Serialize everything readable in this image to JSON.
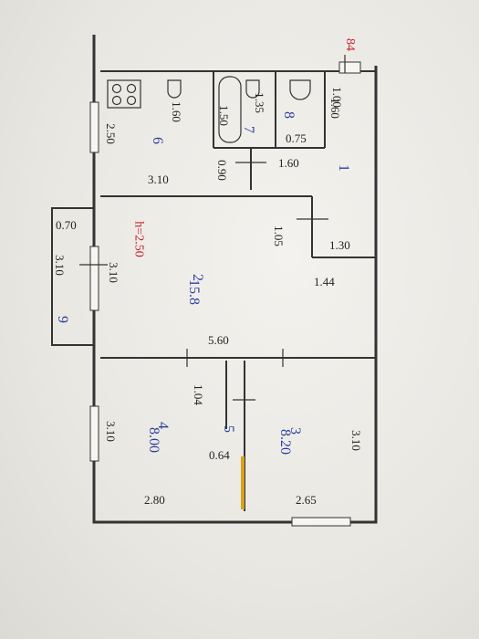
{
  "plan": {
    "series_number": "84",
    "ceiling_height": "h=2.50",
    "rooms": [
      {
        "number": "1",
        "label": "1"
      },
      {
        "number": "2",
        "label": "2",
        "area": "15.8"
      },
      {
        "number": "3",
        "label": "3",
        "area": "8.20"
      },
      {
        "number": "4",
        "label": "4",
        "area": "8.00"
      },
      {
        "number": "5",
        "label": "5"
      },
      {
        "number": "6",
        "label": "6"
      },
      {
        "number": "7",
        "label": "7"
      },
      {
        "number": "8",
        "label": "8"
      },
      {
        "number": "9",
        "label": "9"
      }
    ],
    "dimensions": {
      "d_1_00": "1.00",
      "d_1_60_hall": "1.60",
      "d_1_60_kitchen": "1.60",
      "d_1_35": "1.35",
      "d_1_50": "1.50",
      "d_2_50": "2.50",
      "d_0_75": "0.75",
      "d_1_60_corr": "1.60",
      "d_3_10_kitchen": "3.10",
      "d_0_90": "0.90",
      "d_0_70": "0.70",
      "d_3_10_balcony": "3.10",
      "d_3_10_living": "3.10",
      "d_1_05": "1.05",
      "d_1_30": "1.30",
      "d_1_44": "1.44",
      "d_5_60": "5.60",
      "d_1_04": "1.04",
      "d_3_10_room4": "3.10",
      "d_0_64": "0.64",
      "d_3_10_room3": "3.10",
      "d_2_80": "2.80",
      "d_2_65": "2.65"
    }
  }
}
